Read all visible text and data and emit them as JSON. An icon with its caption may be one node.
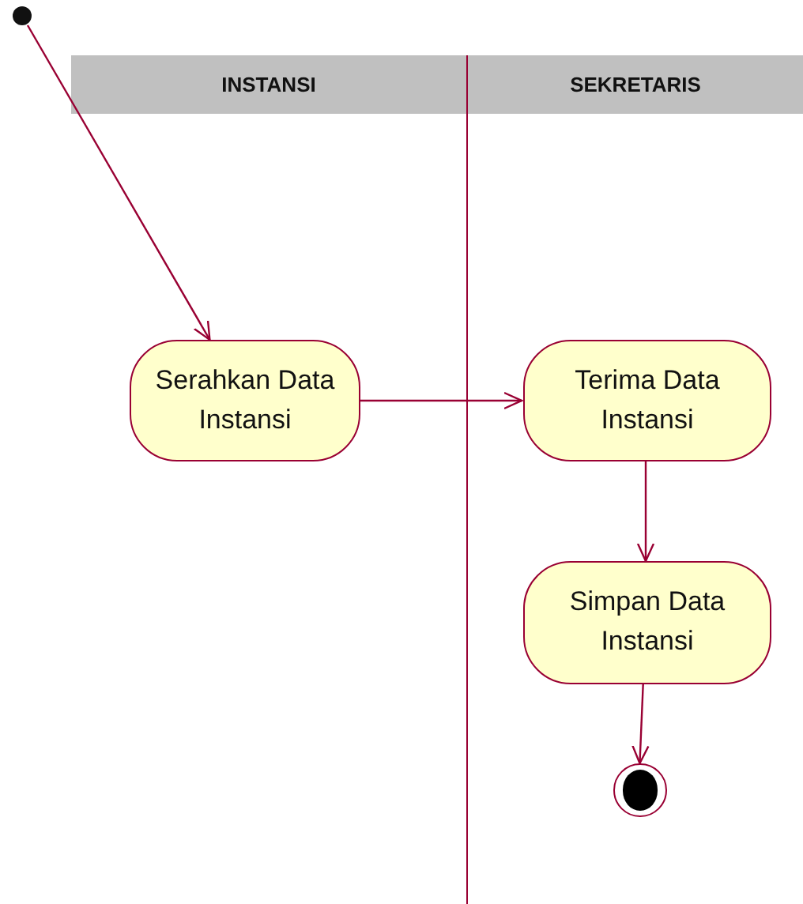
{
  "diagram": {
    "nodes": [
      {
        "text": [
          "INSTANSI"
        ]
      },
      {
        "text": [
          "SEKRETARIS"
        ]
      },
      {
        "text": [],
        "shape": "circle"
      },
      {
        "text": [
          "Serahkan Data Instansi"
        ],
        "in": 0
      },
      {
        "text": [
          "Terima Data Instansi"
        ],
        "in": 1
      },
      {
        "text": [
          "Simpan Data Instansi"
        ],
        "in": 1
      },
      {
        "text": [],
        "shape": "circle",
        "in": 1
      }
    ],
    "edges": [
      {
        "from": 2,
        "to": 3,
        "arrow": "to"
      },
      {
        "from": 3,
        "to": 4,
        "arrow": "to"
      },
      {
        "from": 4,
        "to": 5,
        "arrow": "to"
      },
      {
        "from": 5,
        "to": 6,
        "arrow": "to"
      }
    ]
  }
}
